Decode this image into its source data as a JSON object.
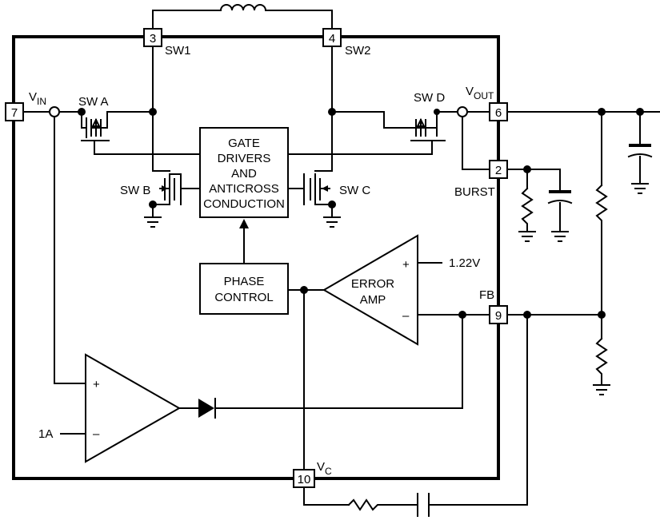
{
  "pins": {
    "sw1_num": "3",
    "sw1_label": "SW1",
    "sw2_num": "4",
    "sw2_label": "SW2",
    "vin_num": "7",
    "vin_label_main": "V",
    "vin_label_sub": "IN",
    "vout_num": "6",
    "vout_label_main": "V",
    "vout_label_sub": "OUT",
    "burst_num": "2",
    "burst_label": "BURST",
    "fb_num": "9",
    "fb_label": "FB",
    "vc_num": "10",
    "vc_label_main": "V",
    "vc_label_sub": "C"
  },
  "switches": {
    "a": "SW A",
    "b": "SW B",
    "c": "SW C",
    "d": "SW D"
  },
  "gate_driver_lines": [
    "GATE",
    "DRIVERS",
    "AND",
    "ANTICROSS",
    "CONDUCTION"
  ],
  "phase_control_lines": [
    "PHASE",
    "CONTROL"
  ],
  "error_amp": {
    "lines": [
      "ERROR",
      "AMP"
    ],
    "plus": "+",
    "minus": "–"
  },
  "reference": "1.22V",
  "current_amp": {
    "plus": "+",
    "minus": "–",
    "ref": "1A"
  }
}
